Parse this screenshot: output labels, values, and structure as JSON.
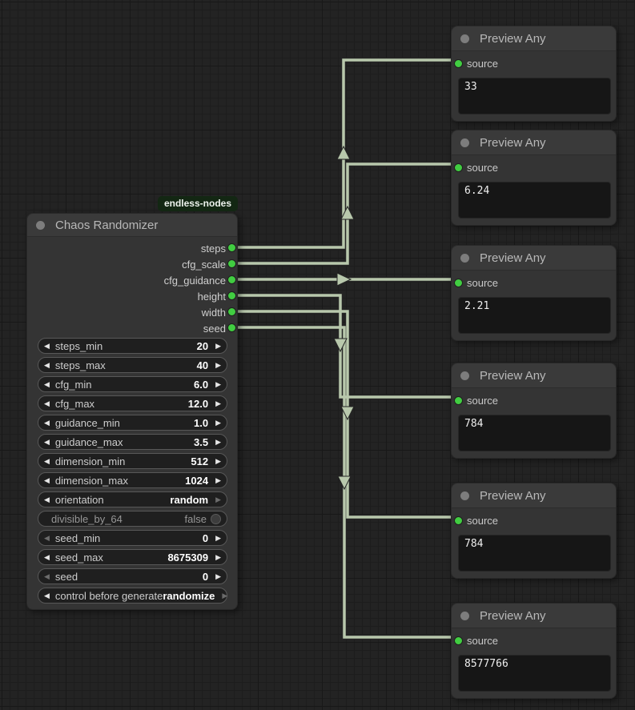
{
  "badge_label": "endless-nodes",
  "chaos_node": {
    "title": "Chaos Randomizer",
    "outputs": [
      {
        "name": "steps"
      },
      {
        "name": "cfg_scale"
      },
      {
        "name": "cfg_guidance"
      },
      {
        "name": "height"
      },
      {
        "name": "width"
      },
      {
        "name": "seed"
      }
    ],
    "widgets": [
      {
        "label": "steps_min",
        "value": "20"
      },
      {
        "label": "steps_max",
        "value": "40"
      },
      {
        "label": "cfg_min",
        "value": "6.0"
      },
      {
        "label": "cfg_max",
        "value": "12.0"
      },
      {
        "label": "guidance_min",
        "value": "1.0"
      },
      {
        "label": "guidance_max",
        "value": "3.5"
      },
      {
        "label": "dimension_min",
        "value": "512"
      },
      {
        "label": "dimension_max",
        "value": "1024"
      },
      {
        "label": "orientation",
        "value": "random"
      },
      {
        "label": "divisible_by_64",
        "value": "false"
      },
      {
        "label": "seed_min",
        "value": "0"
      },
      {
        "label": "seed_max",
        "value": "8675309"
      },
      {
        "label": "seed",
        "value": "0"
      },
      {
        "label": "control before generate",
        "value": "randomize"
      }
    ]
  },
  "preview_nodes": [
    {
      "title": "Preview Any",
      "input_label": "source",
      "value": "33"
    },
    {
      "title": "Preview Any",
      "input_label": "source",
      "value": "6.24"
    },
    {
      "title": "Preview Any",
      "input_label": "source",
      "value": "2.21"
    },
    {
      "title": "Preview Any",
      "input_label": "source",
      "value": "784"
    },
    {
      "title": "Preview Any",
      "input_label": "source",
      "value": "784"
    },
    {
      "title": "Preview Any",
      "input_label": "source",
      "value": "8577766"
    }
  ],
  "colors": {
    "slot_green": "#41cd41",
    "wire": "#b8c8ac",
    "node_bg": "#343434",
    "canvas_bg": "#232323",
    "badge_bg": "#132713"
  }
}
